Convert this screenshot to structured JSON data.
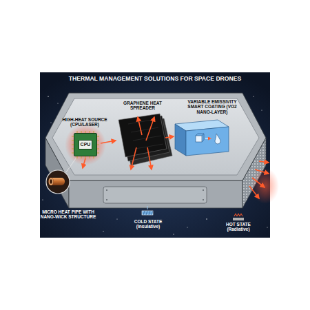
{
  "diagram": {
    "title": "THERMAL MANAGEMENT SOLUTIONS FOR SPACE DRONES",
    "nodes": [
      {
        "text": [
          "CPU"
        ]
      }
    ],
    "labels": [
      "HIGH-HEAT SOURCE (CPU/LASER)",
      "GRAPHENE HEAT SPREADER",
      "VARIABLE EMISSIVITY SMART COATING (VO2 NANO-LAYER)",
      "MICRO HEAT PIPE WITH NANO-WICK STRUCTURE",
      "COLD STATE (Insulative)",
      "HOT STATE (Radiative)"
    ]
  }
}
